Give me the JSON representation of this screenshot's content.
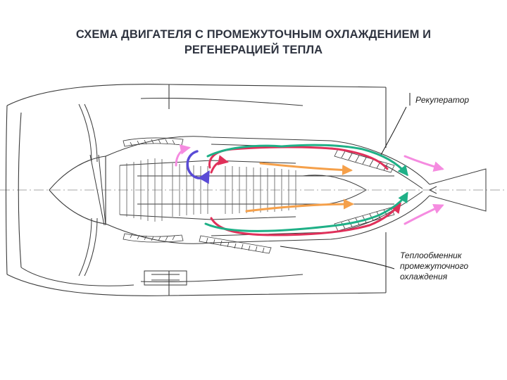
{
  "title": {
    "line1": "СХЕМА ДВИГАТЕЛЯ С ПРОМЕЖУТОЧНЫМ ОХЛАЖДЕНИЕМ И",
    "line2": "РЕГЕНЕРАЦИЕЙ ТЕПЛА"
  },
  "labels": {
    "recuperator": "Рекуператор",
    "intercooler": [
      "Теплообменник",
      "промежуточного",
      "охлаждения"
    ]
  },
  "colors": {
    "hot_gas": "#e0305a",
    "heated_air": "#1fb087",
    "exhaust": "#f58be0",
    "core_flow": "#f5a04a",
    "compressor_flow": "#5a4bd6",
    "outline": "#3a3a3a"
  }
}
